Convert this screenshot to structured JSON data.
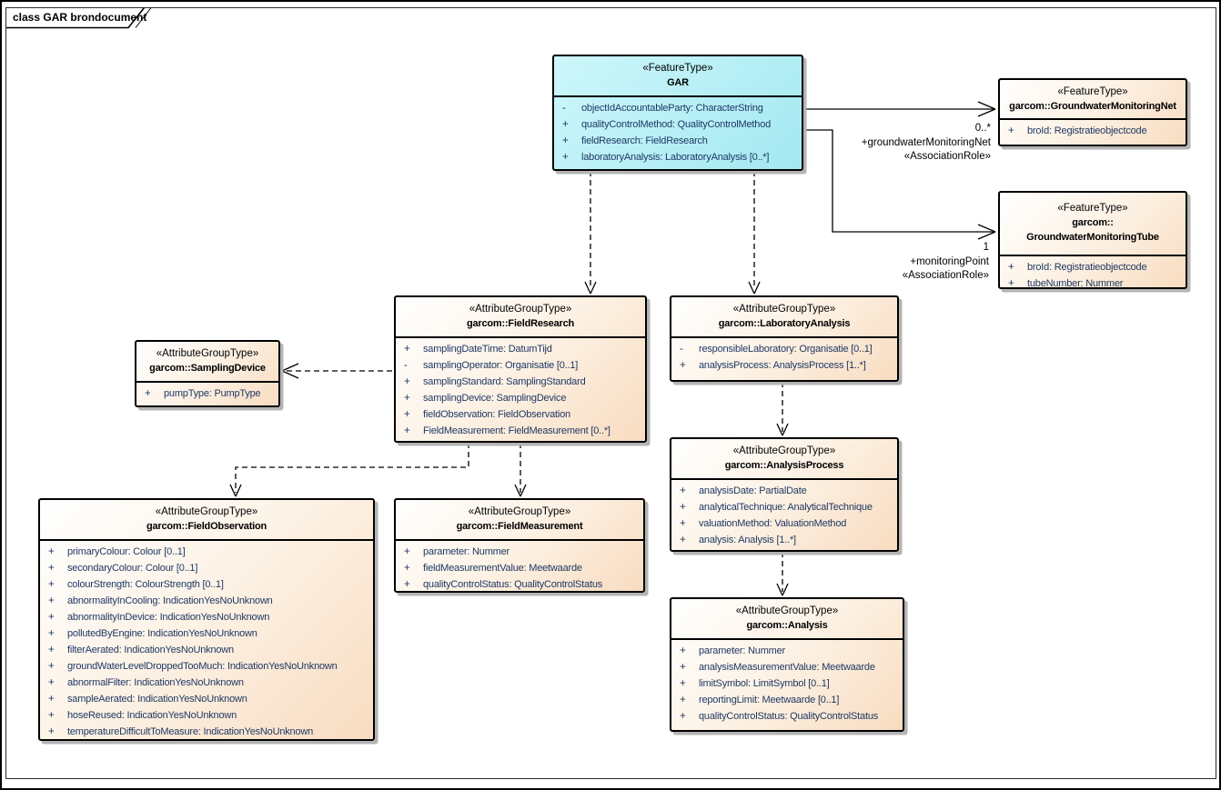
{
  "frame": {
    "title": "class GAR brondocument"
  },
  "colors": {
    "feature_type_fill": "#ace9f2",
    "attribute_group_fill": "#f8dcc0",
    "attribute_text": "#1f3864",
    "line": "#000000",
    "shadow": "#b4b4b4"
  },
  "boxes": {
    "gar": {
      "stereotype": "«FeatureType»",
      "name": "GAR",
      "attrs": [
        {
          "vis": "-",
          "text": "objectIdAccountableParty: CharacterString"
        },
        {
          "vis": "+",
          "text": "qualityControlMethod: QualityControlMethod"
        },
        {
          "vis": "+",
          "text": "fieldResearch: FieldResearch"
        },
        {
          "vis": "+",
          "text": "laboratoryAnalysis: LaboratoryAnalysis [0..*]"
        }
      ]
    },
    "net": {
      "stereotype": "«FeatureType»",
      "name": "garcom::GroundwaterMonitoringNet",
      "attrs": [
        {
          "vis": "+",
          "text": "broId: Registratieobjectcode"
        }
      ]
    },
    "tube": {
      "stereotype": "«FeatureType»",
      "name": "garcom::\nGroundwaterMonitoringTube",
      "attrs": [
        {
          "vis": "+",
          "text": "broId: Registratieobjectcode"
        },
        {
          "vis": "+",
          "text": "tubeNumber: Nummer"
        }
      ]
    },
    "fieldResearch": {
      "stereotype": "«AttributeGroupType»",
      "name": "garcom::FieldResearch",
      "attrs": [
        {
          "vis": "+",
          "text": "samplingDateTime: DatumTijd"
        },
        {
          "vis": "-",
          "text": "samplingOperator: Organisatie [0..1]"
        },
        {
          "vis": "+",
          "text": "samplingStandard: SamplingStandard"
        },
        {
          "vis": "+",
          "text": "samplingDevice: SamplingDevice"
        },
        {
          "vis": "+",
          "text": "fieldObservation: FieldObservation"
        },
        {
          "vis": "+",
          "text": "FieldMeasurement: FieldMeasurement [0..*]"
        }
      ]
    },
    "laboratoryAnalysis": {
      "stereotype": "«AttributeGroupType»",
      "name": "garcom::LaboratoryAnalysis",
      "attrs": [
        {
          "vis": "-",
          "text": "responsibleLaboratory: Organisatie [0..1]"
        },
        {
          "vis": "+",
          "text": "analysisProcess: AnalysisProcess [1..*]"
        }
      ]
    },
    "samplingDevice": {
      "stereotype": "«AttributeGroupType»",
      "name": "garcom::SamplingDevice",
      "attrs": [
        {
          "vis": "+",
          "text": "pumpType: PumpType"
        }
      ]
    },
    "fieldObservation": {
      "stereotype": "«AttributeGroupType»",
      "name": "garcom::FieldObservation",
      "attrs": [
        {
          "vis": "+",
          "text": "primaryColour: Colour [0..1]"
        },
        {
          "vis": "+",
          "text": "secondaryColour: Colour [0..1]"
        },
        {
          "vis": "+",
          "text": "colourStrength: ColourStrength [0..1]"
        },
        {
          "vis": "+",
          "text": "abnormalityInCooling: IndicationYesNoUnknown"
        },
        {
          "vis": "+",
          "text": "abnormalityInDevice: IndicationYesNoUnknown"
        },
        {
          "vis": "+",
          "text": "pollutedByEngine: IndicationYesNoUnknown"
        },
        {
          "vis": "+",
          "text": "filterAerated: IndicationYesNoUnknown"
        },
        {
          "vis": "+",
          "text": "groundWaterLevelDroppedTooMuch: IndicationYesNoUnknown"
        },
        {
          "vis": "+",
          "text": "abnormalFilter: IndicationYesNoUnknown"
        },
        {
          "vis": "+",
          "text": "sampleAerated: IndicationYesNoUnknown"
        },
        {
          "vis": "+",
          "text": "hoseReused: IndicationYesNoUnknown"
        },
        {
          "vis": "+",
          "text": "temperatureDifficultToMeasure: IndicationYesNoUnknown"
        }
      ]
    },
    "fieldMeasurement": {
      "stereotype": "«AttributeGroupType»",
      "name": "garcom::FieldMeasurement",
      "attrs": [
        {
          "vis": "+",
          "text": "parameter: Nummer"
        },
        {
          "vis": "+",
          "text": "fieldMeasurementValue: Meetwaarde"
        },
        {
          "vis": "+",
          "text": "qualityControlStatus: QualityControlStatus"
        }
      ]
    },
    "analysisProcess": {
      "stereotype": "«AttributeGroupType»",
      "name": "garcom::AnalysisProcess",
      "attrs": [
        {
          "vis": "+",
          "text": "analysisDate: PartialDate"
        },
        {
          "vis": "+",
          "text": "analyticalTechnique: AnalyticalTechnique"
        },
        {
          "vis": "+",
          "text": "valuationMethod: ValuationMethod"
        },
        {
          "vis": "+",
          "text": "analysis: Analysis [1..*]"
        }
      ]
    },
    "analysis": {
      "stereotype": "«AttributeGroupType»",
      "name": "garcom::Analysis",
      "attrs": [
        {
          "vis": "+",
          "text": "parameter: Nummer"
        },
        {
          "vis": "+",
          "text": "analysisMeasurementValue: Meetwaarde"
        },
        {
          "vis": "+",
          "text": "limitSymbol: LimitSymbol [0..1]"
        },
        {
          "vis": "+",
          "text": "reportingLimit: Meetwaarde [0..1]"
        },
        {
          "vis": "+",
          "text": "qualityControlStatus: QualityControlStatus"
        }
      ]
    }
  },
  "edges": {
    "net": {
      "multiplicity": "0..*",
      "role": "+groundwaterMonitoringNet",
      "stereotype": "«AssociationRole»"
    },
    "tube": {
      "multiplicity": "1",
      "role": "+monitoringPoint",
      "stereotype": "«AssociationRole»"
    }
  }
}
